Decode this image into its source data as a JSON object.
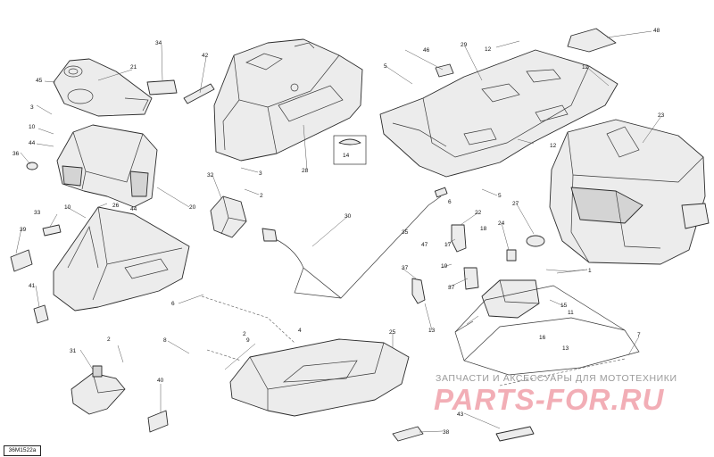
{
  "diagram": {
    "reference_code": "36M1522a",
    "callouts": [
      "1",
      "2",
      "2",
      "2",
      "3",
      "3",
      "4",
      "5",
      "5",
      "6",
      "6",
      "7",
      "8",
      "9",
      "10",
      "10",
      "11",
      "12",
      "12",
      "12",
      "13",
      "13",
      "14",
      "15",
      "16",
      "17",
      "18",
      "19",
      "20",
      "21",
      "22",
      "23",
      "24",
      "25",
      "26",
      "27",
      "28",
      "29",
      "30",
      "31",
      "32",
      "33",
      "34",
      "35",
      "36",
      "37",
      "37",
      "38",
      "39",
      "40",
      "41",
      "42",
      "43",
      "44",
      "44",
      "45",
      "46",
      "47",
      "48"
    ]
  },
  "watermark": {
    "caption": "ЗАПЧАСТИ И АКСЕССУАРЫ ДЛЯ МОТОТЕХНИКИ",
    "brand": "PARTS-FOR.RU",
    "color": "#f2aeb6"
  },
  "colors": {
    "line": "#2b2b2b",
    "fill": "#ececec",
    "background": "#ffffff"
  }
}
